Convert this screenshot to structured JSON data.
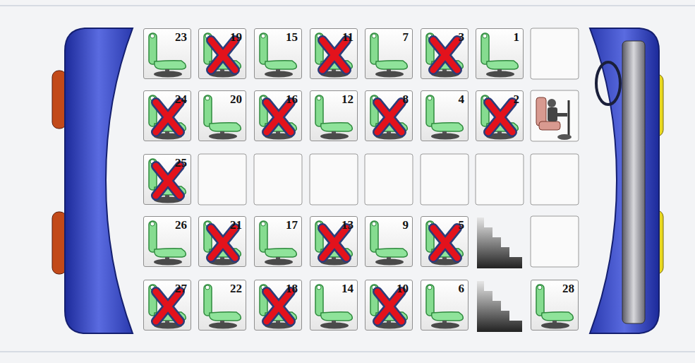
{
  "diagram": {
    "nodes": [
      {
        "text": [
          "23"
        ]
      },
      {
        "text": [
          "19"
        ]
      },
      {
        "text": [
          "15"
        ]
      },
      {
        "text": [
          "11"
        ]
      },
      {
        "text": [
          "7"
        ]
      },
      {
        "text": [
          "3"
        ]
      },
      {
        "text": [
          "1"
        ]
      },
      {
        "text": [
          "24"
        ]
      },
      {
        "text": [
          "20"
        ]
      },
      {
        "text": [
          "16"
        ]
      },
      {
        "text": [
          "12"
        ]
      },
      {
        "text": [
          "8"
        ]
      },
      {
        "text": [
          "4"
        ]
      },
      {
        "text": [
          "2"
        ]
      },
      {
        "text": [
          "25"
        ]
      },
      {
        "text": [
          "26"
        ]
      },
      {
        "text": [
          "21"
        ]
      },
      {
        "text": [
          "17"
        ]
      },
      {
        "text": [
          "13"
        ]
      },
      {
        "text": [
          "9"
        ]
      },
      {
        "text": [
          "5"
        ]
      },
      {
        "text": [
          "27"
        ]
      },
      {
        "text": [
          "22"
        ]
      },
      {
        "text": [
          "18"
        ]
      },
      {
        "text": [
          "14"
        ]
      },
      {
        "text": [
          "10"
        ]
      },
      {
        "text": [
          "6"
        ]
      },
      {
        "text": [
          "28"
        ]
      }
    ]
  }
}
